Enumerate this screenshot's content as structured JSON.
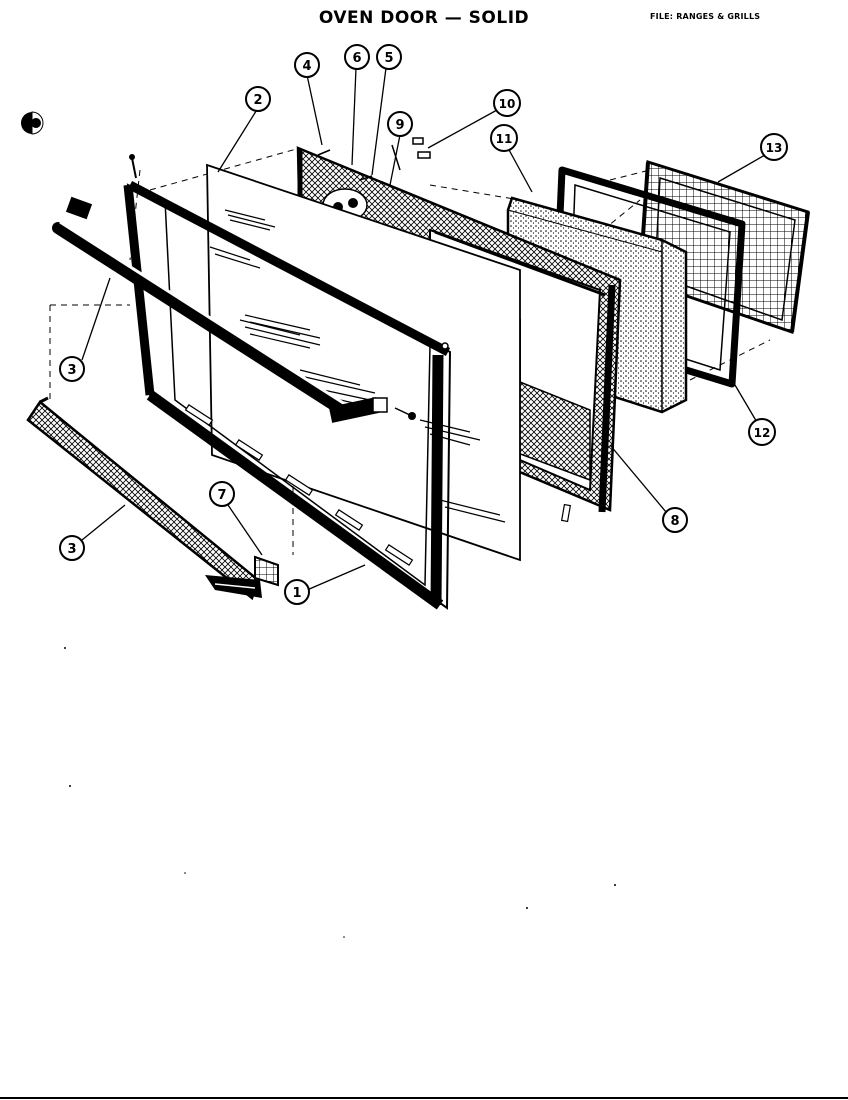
{
  "header": {
    "title": "OVEN DOOR — SOLID",
    "file_label": "FILE: RANGES & GRILLS"
  },
  "callouts": [
    {
      "id": "1",
      "label": "1"
    },
    {
      "id": "2",
      "label": "2"
    },
    {
      "id": "3a",
      "label": "3"
    },
    {
      "id": "3b",
      "label": "3"
    },
    {
      "id": "4",
      "label": "4"
    },
    {
      "id": "5",
      "label": "5"
    },
    {
      "id": "6",
      "label": "6"
    },
    {
      "id": "7",
      "label": "7"
    },
    {
      "id": "8",
      "label": "8"
    },
    {
      "id": "9",
      "label": "9"
    },
    {
      "id": "10",
      "label": "10"
    },
    {
      "id": "11",
      "label": "11"
    },
    {
      "id": "12",
      "label": "12"
    },
    {
      "id": "13",
      "label": "13"
    }
  ]
}
